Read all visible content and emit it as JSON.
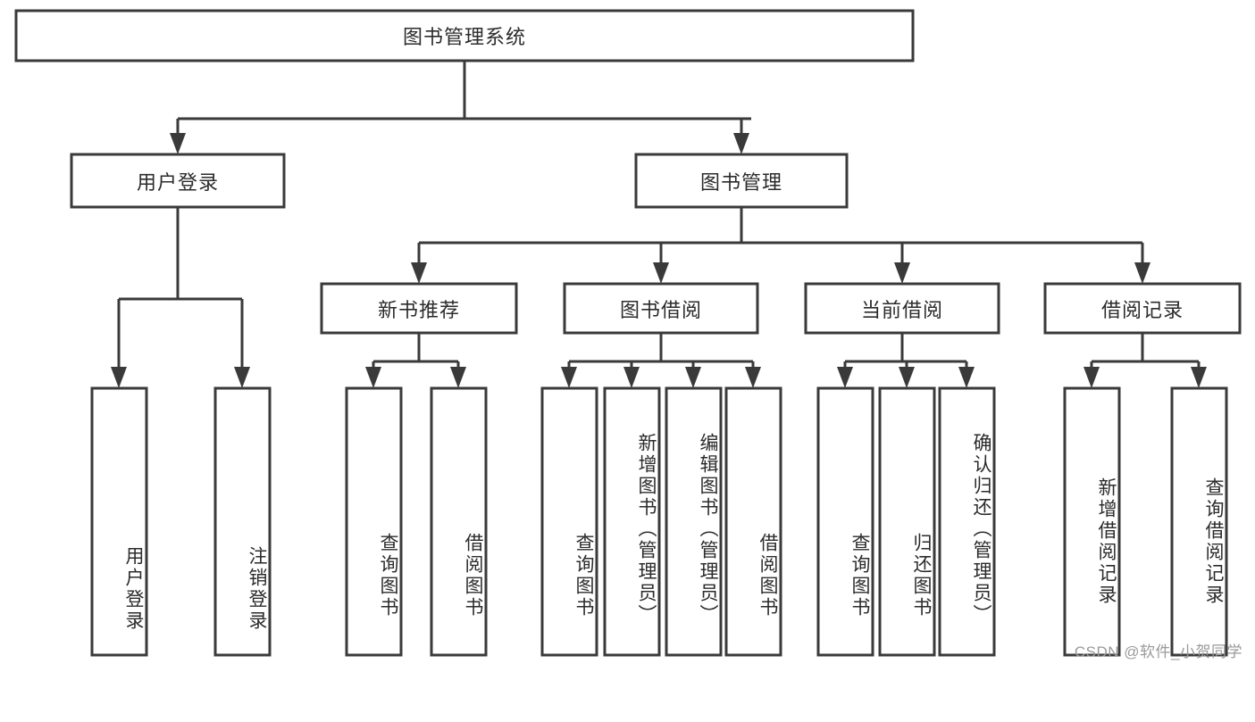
{
  "diagram": {
    "title": "图书管理系统",
    "watermark": "CSDN @软件_小贺同学",
    "colors": {
      "stroke": "#3a3a3a",
      "box_fill": "#ffffff",
      "text": "#2b2b2b",
      "watermark": "#9a9a9a",
      "background": "#ffffff"
    },
    "root": {
      "label": "图书管理系统"
    },
    "level2": [
      {
        "label": "用户登录"
      },
      {
        "label": "图书管理"
      }
    ],
    "level3": [
      {
        "label": "新书推荐"
      },
      {
        "label": "图书借阅"
      },
      {
        "label": "当前借阅"
      },
      {
        "label": "借阅记录"
      }
    ],
    "leaves": [
      {
        "label": "用户登录",
        "parent": "用户登录"
      },
      {
        "label": "注销登录",
        "parent": "用户登录"
      },
      {
        "label": "查询图书",
        "parent": "新书推荐"
      },
      {
        "label": "借阅图书",
        "parent": "新书推荐"
      },
      {
        "label": "查询图书",
        "parent": "图书借阅"
      },
      {
        "label": "新增图书（管理员）",
        "parent": "图书借阅"
      },
      {
        "label": "编辑图书（管理员）",
        "parent": "图书借阅"
      },
      {
        "label": "借阅图书",
        "parent": "图书借阅"
      },
      {
        "label": "查询图书",
        "parent": "当前借阅"
      },
      {
        "label": "归还图书",
        "parent": "当前借阅"
      },
      {
        "label": "确认归还（管理员）",
        "parent": "当前借阅"
      },
      {
        "label": "新增借阅记录",
        "parent": "借阅记录"
      },
      {
        "label": "查询借阅记录",
        "parent": "借阅记录"
      }
    ]
  }
}
